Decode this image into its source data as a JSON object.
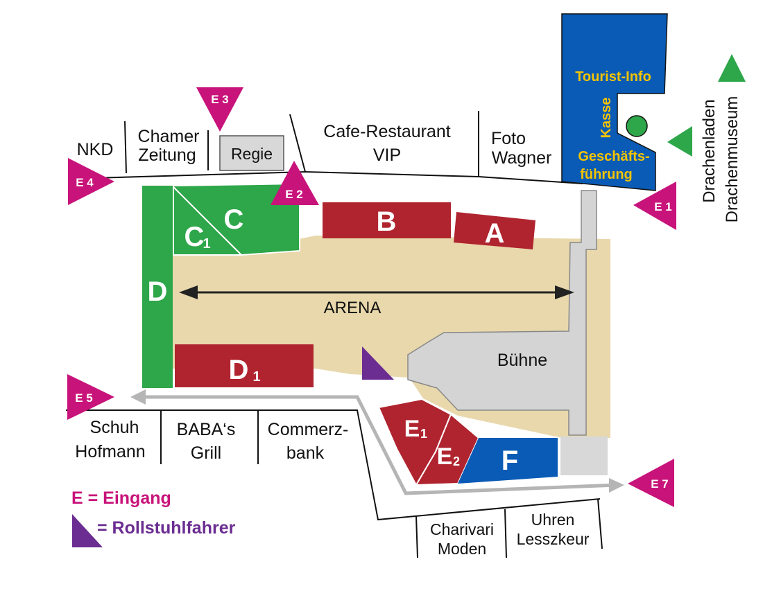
{
  "shops": {
    "nkd": "NKD",
    "chamer_1": "Chamer",
    "chamer_2": "Zeitung",
    "regie": "Regie",
    "cafe_1": "Cafe-Restaurant",
    "cafe_2": "VIP",
    "foto_1": "Foto",
    "foto_2": "Wagner",
    "schuh_1": "Schuh",
    "schuh_2": "Hofmann",
    "baba_1": "BABA‘s",
    "baba_2": "Grill",
    "commerz_1": "Commerz-",
    "commerz_2": "bank",
    "charivari_1": "Charivari",
    "charivari_2": "Moden",
    "uhren_1": "Uhren",
    "uhren_2": "Lesszkeur"
  },
  "info": {
    "tourist": "Tourist-Info",
    "kasse": "Kasse",
    "gf_1": "Geschäfts-",
    "gf_2": "führung",
    "drachenladen": "Drachenladen",
    "drachenmuseum": "Drachenmuseum"
  },
  "sections": {
    "A": "A",
    "B": "B",
    "C": "C",
    "C1": "C",
    "C1_sub": "1",
    "D": "D",
    "D1": "D",
    "D1_sub": "1",
    "E1": "E",
    "E1_sub": "1",
    "E2": "E",
    "E2_sub": "2",
    "F": "F"
  },
  "arena": "ARENA",
  "stage": "Bühne",
  "entrances": {
    "e1": "E 1",
    "e2": "E 2",
    "e3": "E 3",
    "e4": "E 4",
    "e5": "E 5",
    "e7": "E 7"
  },
  "legend": {
    "eingang": "E = Eingang",
    "rollstuhl": "= Rollstuhlfahrer"
  },
  "colors": {
    "magenta": "#c8137a",
    "red": "#b0242f",
    "green": "#2ea64a",
    "blue": "#0a5bb5",
    "sand": "#e8d8ac",
    "grey": "#d8d8d8",
    "purple": "#6b2d91",
    "yellow": "#f5c400"
  }
}
